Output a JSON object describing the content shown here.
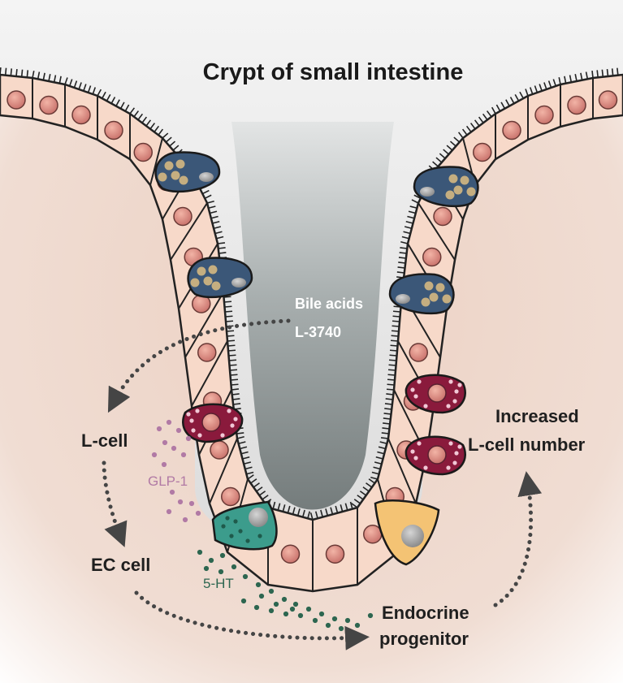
{
  "title": "Crypt of small intestine",
  "lumen_labels": [
    "Bile acids",
    "L-3740"
  ],
  "cell_labels": {
    "l_cell": "L-cell",
    "ec_cell": "EC cell",
    "endocrine_progenitor": [
      "Endocrine",
      "progenitor"
    ],
    "increased": [
      "Increased",
      "L-cell number"
    ]
  },
  "secretions": {
    "glp1": "GLP-1",
    "serotonin": "5-HT"
  },
  "colors": {
    "tissue": "#eed7cc",
    "enterocyte": "#f7d9c9",
    "nucleus": "#d27b74",
    "goblet": "#3b5778",
    "goblet_granule": "#c5ae80",
    "l_cell": "#8a1a3c",
    "ec_cell": "#3c9c8c",
    "progenitor": "#f4c374",
    "lumen": "#8b9393",
    "glp1": "#b17aa5",
    "serotonin": "#2d6650",
    "arrow": "#454545"
  }
}
